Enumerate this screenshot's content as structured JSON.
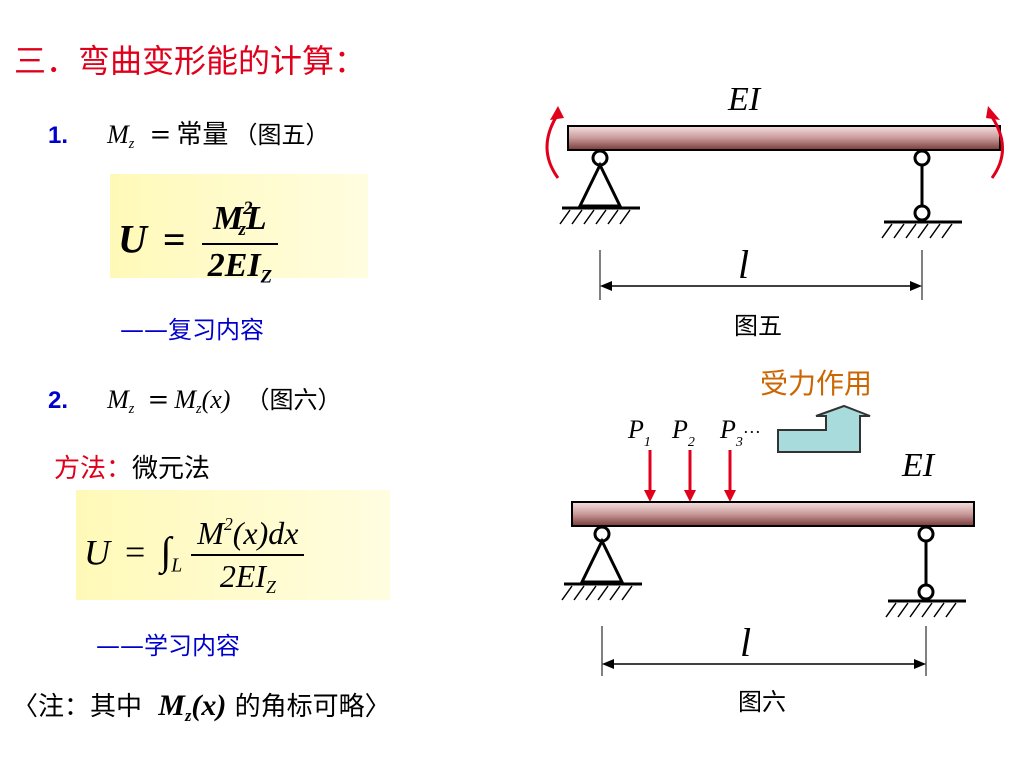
{
  "title": "三．弯曲变形能的计算：",
  "section1": {
    "number": "1.",
    "M": "M",
    "z": "z",
    "eq": "=",
    "value": "常量",
    "figref": "（图五）"
  },
  "formula1": {
    "U": "U",
    "eq": "=",
    "numerator_M": "M",
    "numerator_sup": "2",
    "numerator_sub": "z",
    "numerator_L": "L",
    "denominator": "2EI",
    "denominator_sub": "Z"
  },
  "note1": "——复习内容",
  "section2": {
    "number": "2.",
    "lhs_M": "M",
    "lhs_z": "z",
    "eq": "=",
    "rhs_M": "M",
    "rhs_z": "z",
    "rhs_arg": "(x)",
    "figref": "（图六）"
  },
  "method": {
    "label": "方法：",
    "text": "微元法"
  },
  "formula2": {
    "U": "U",
    "eq": "=",
    "integral": "∫",
    "integral_sub": "L",
    "numerator_M": "M",
    "numerator_sup": "2",
    "numerator_rest": "(x)dx",
    "denominator": "2EI",
    "denominator_sub": "Z"
  },
  "note2": "——学习内容",
  "footnote": {
    "open": "〈注：其中",
    "M": "M",
    "z": "z",
    "arg": "(x)",
    "close": "的角标可略〉"
  },
  "fig5": {
    "EI": "EI",
    "span": "l",
    "caption": "图五"
  },
  "fig6": {
    "EI": "EI",
    "span": "l",
    "caption": "图六",
    "loads": [
      {
        "P": "P",
        "sub": "1"
      },
      {
        "P": "P",
        "sub": "2"
      },
      {
        "P": "P",
        "sub": "3",
        "extra": "···"
      }
    ],
    "action_label": "受力作用"
  },
  "colors": {
    "title_red": "#e0001b",
    "blue": "#0000cc",
    "orange": "#cc6600",
    "beam": "#c99a9a",
    "arrow_fill": "#a8dcdc"
  }
}
